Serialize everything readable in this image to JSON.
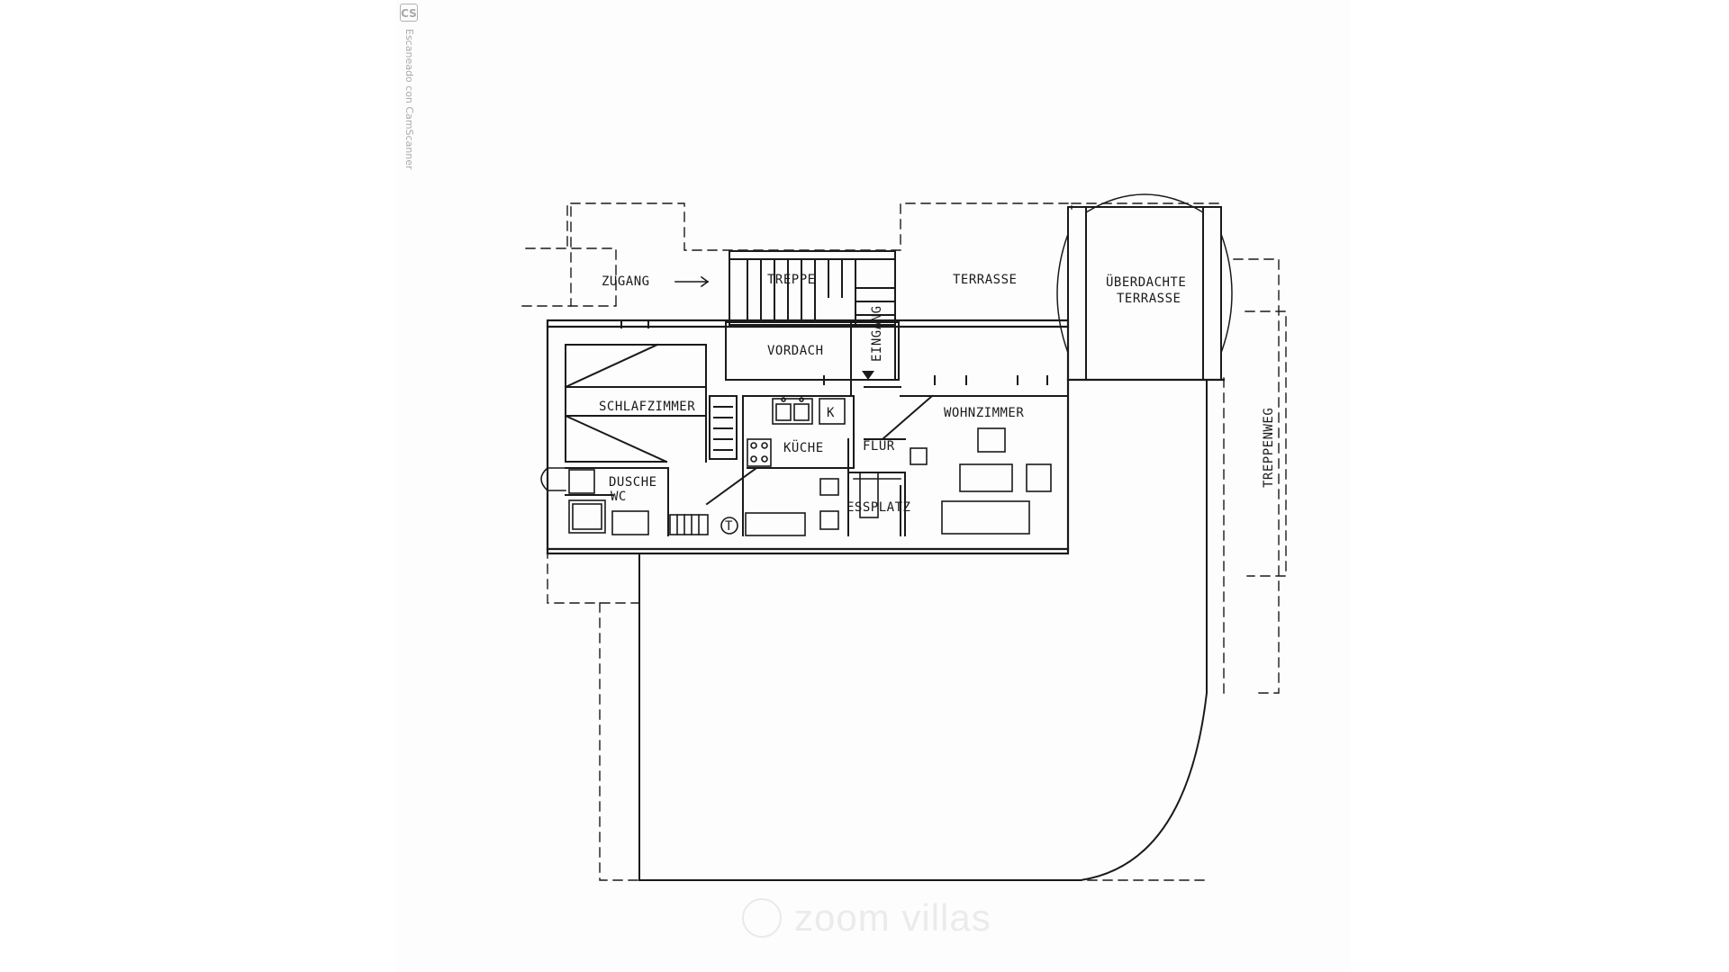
{
  "scanner": {
    "logo": "CS",
    "text": "Escaneado con CamScanner"
  },
  "labels": {
    "zugang": "ZUGANG",
    "treppe": "TREPPE",
    "terrasse": "TERRASSE",
    "ueberdachte_1": "ÜBERDACHTE",
    "ueberdachte_2": "TERRASSE",
    "vordach": "VORDACH",
    "eingang": "EINGANG",
    "schlafzimmer": "SCHLAFZIMMER",
    "kueche": "KÜCHE",
    "flur": "FLUR",
    "wohnzimmer": "WOHNZIMMER",
    "dusche": "DUSCHE",
    "wc": "WC",
    "essplatz": "ESSPLATZ",
    "treppenweg": "TREPPENWEG",
    "k": "K",
    "t": "T"
  },
  "watermark": {
    "text": "zoom villas"
  },
  "colors": {
    "ink": "#1a1a1a",
    "paper": "#fdfdfd"
  }
}
